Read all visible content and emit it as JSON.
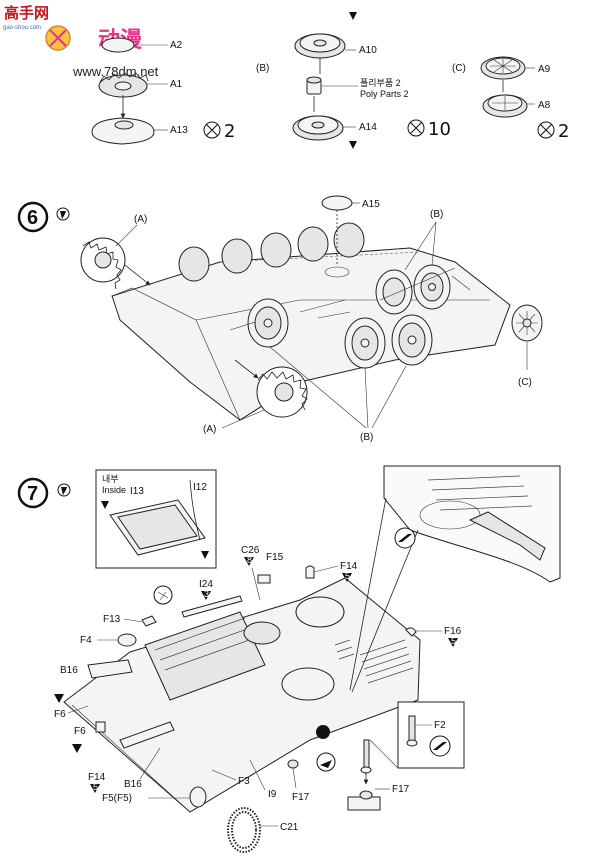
{
  "watermark": {
    "site_cn": "高手网",
    "site_small": "gao-shou.com",
    "logo_text": "动漫",
    "url": "www.78dm.net"
  },
  "step5": {
    "group_a": {
      "parts": [
        "A2",
        "A1",
        "A13"
      ],
      "qty": "2"
    },
    "group_b": {
      "label": "(B)",
      "parts": [
        "A10",
        "A14"
      ],
      "poly_ko": "폴리부품 2",
      "poly_en": "Poly Parts 2",
      "qty": "10"
    },
    "group_c": {
      "label": "(C)",
      "parts": [
        "A9",
        "A8"
      ],
      "qty": "2"
    }
  },
  "step6": {
    "number": "6",
    "part": "A15",
    "labels": {
      "a": "(A)",
      "b": "(B)",
      "c": "(C)"
    }
  },
  "step7": {
    "number": "7",
    "inset": {
      "inside_ko": "내부",
      "inside_en": "Inside",
      "parts": [
        "I13",
        "I12"
      ]
    },
    "parts": {
      "c26": "C26",
      "c26_num": "8",
      "f15": "F15",
      "f14a": "F14",
      "f14a_num": "5",
      "i24": "I24",
      "i24_num": "3",
      "f13": "F13",
      "f4": "F4",
      "f16": "F16",
      "f16_num": "5",
      "b16a": "B16",
      "f6a": "F6",
      "f6b": "F6",
      "f2": "F2",
      "f14b": "F14",
      "f14b_num": "5",
      "b16b": "B16",
      "f5": "F5(F5)",
      "f3": "F3",
      "i9": "I9",
      "f17a": "F17",
      "f17b": "F17",
      "c21": "C21"
    }
  }
}
